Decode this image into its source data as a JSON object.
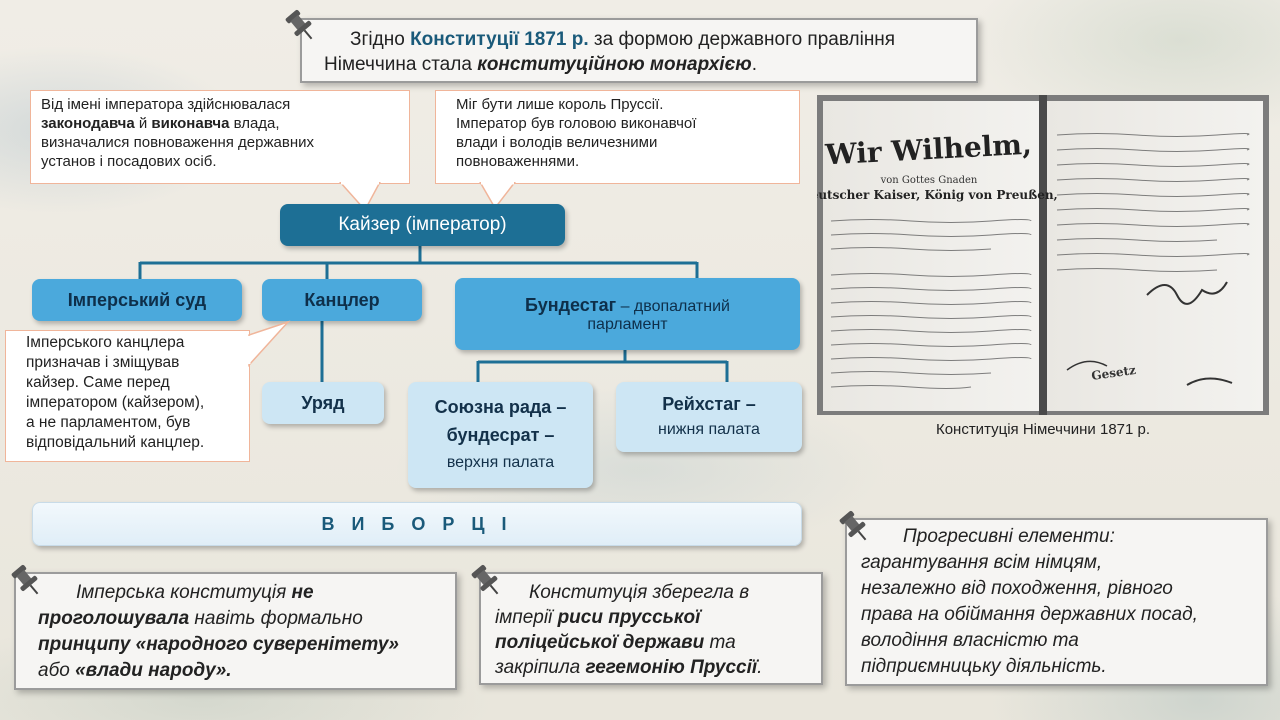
{
  "top_note": {
    "part1": "Згідно ",
    "part2": "Конституції 1871 р.",
    "part3": " за формою державного правління",
    "part4": "Німеччина стала ",
    "part5": "конституційною монархією",
    "part6": "."
  },
  "callout_left": {
    "l1": "Від імені імператора здійснювалася",
    "l2a": "законодавча",
    "l2b": " й ",
    "l2c": "виконавча",
    "l2d": " влада,",
    "l3": "визначалися повноваження державних",
    "l4": "установ і посадових осіб."
  },
  "callout_right": {
    "l1": "Міг бути лише король Пруссії.",
    "l2": "Імператор був головою виконавчої",
    "l3": "влади і володів величезними",
    "l4": "повноваженнями."
  },
  "callout_chancellor": {
    "l1": "Імперського канцлера",
    "l2": "призначав і зміщував",
    "l3": "кайзер. Саме перед",
    "l4": "імператором (кайзером),",
    "l5": "а не парламентом, був",
    "l6": "відповідальний канцлер."
  },
  "diagram": {
    "kaiser": "Кайзер (імператор)",
    "court": "Імперський суд",
    "chancellor": "Канцлер",
    "bundestag_a": "Бундестаг",
    "bundestag_b": " – двопалатний",
    "bundestag_c": "парламент",
    "government": "Уряд",
    "bundesrat_a": "Союзна рада –",
    "bundesrat_b": "бундесрат –",
    "bundesrat_c": "верхня палата",
    "reichstag_a": "Рейхстаг –",
    "reichstag_b": "нижня палата",
    "electors": "В И Б О Р Ц І"
  },
  "photo": {
    "caption": "Конституція Німеччини 1871 р."
  },
  "bottom_left": {
    "p1": "Імперська конституція ",
    "p2": "не",
    "p3": "проголошувала",
    "p4": " навіть формально",
    "p5": "принципу «народного суверенітету»",
    "p6": "або ",
    "p7": "«влади народу»."
  },
  "bottom_middle": {
    "p1": "Конституція зберегла в",
    "p2": "імперії ",
    "p3": "риси прусської",
    "p4": "поліцейської держави",
    "p5": " та",
    "p6": "закріпила ",
    "p7": "гегемонію Пруссії",
    "p8": "."
  },
  "bottom_right": {
    "l1": "Прогресивні елементи:",
    "l2": "гарантування всім німцям,",
    "l3": "незалежно від походження, рівного",
    "l4": "права на обіймання державних посад,",
    "l5": "володіння власністю та",
    "l6": "підприємницьку діяльність."
  },
  "colors": {
    "dark_node": "#1d6f95",
    "mid_node": "#4ba9dc",
    "light_node": "#cde6f4",
    "accent_text": "#1a5a7a",
    "callout_border": "#f0b59a"
  },
  "icons": [
    "pushpin-icon"
  ]
}
